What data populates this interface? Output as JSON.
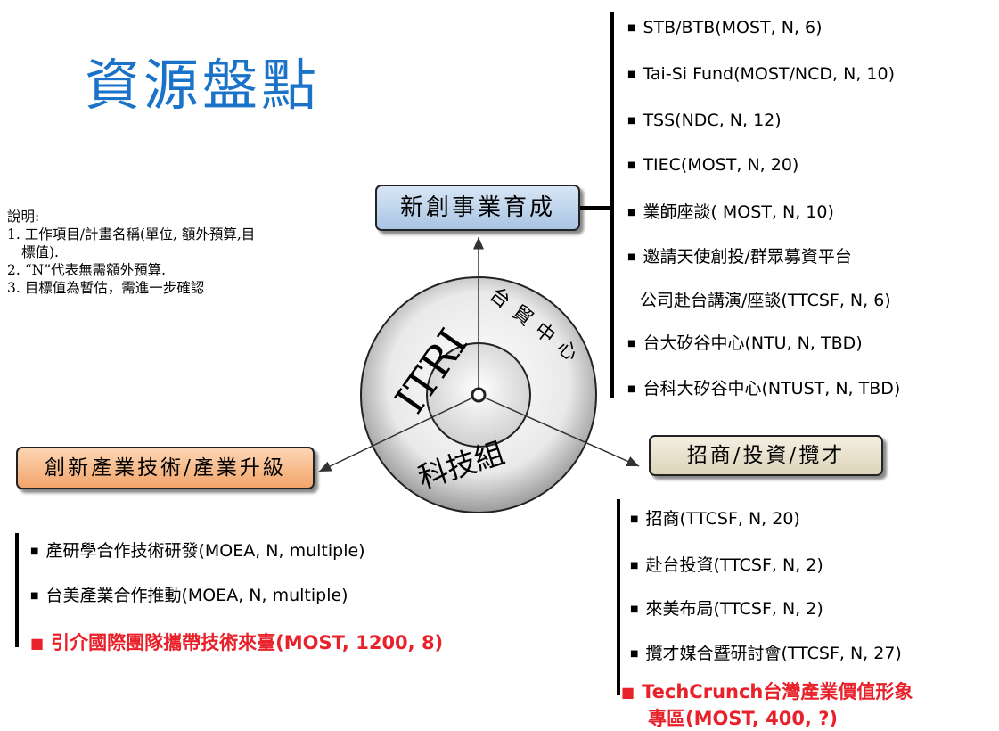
{
  "title": "資源盤點",
  "notes": {
    "heading": "說明:",
    "line1": "1.  工作項目/計畫名稱(單位, 額外預算,目",
    "line1b": "標值).",
    "line2": "2. “N”代表無需額外預算.",
    "line3": "3. 目標值為暫估，需進一步確認"
  },
  "center": {
    "itri": "ITRI",
    "taimao": "台貿中心",
    "keji": "科技組"
  },
  "boxes": {
    "incubation": "新創事業育成",
    "innovation": "創新產業技術/產業升級",
    "investment": "招商/投資/攬才"
  },
  "incubation_items": {
    "i1": "STB/BTB(MOST, N, 6)",
    "i2": "Tai-Si Fund(MOST/NCD, N, 10)",
    "i3": "TSS(NDC,  N, 12)",
    "i4": "TIEC(MOST,  N, 20)",
    "i5": "業師座談( MOST, N, 10)",
    "i6": "邀請天使創投/群眾募資平台",
    "i6b": "公司赴台講演/座談(TTCSF, N, 6)",
    "i7": "台大矽谷中心(NTU,  N, TBD)",
    "i8": "台科大矽谷中心(NTUST, N, TBD)"
  },
  "innovation_items": {
    "i1": "產研學合作技術研發(MOEA, N, multiple)",
    "i2": "台美產業合作推動(MOEA, N, multiple)",
    "i3": "引介國際團隊攜帶技術來臺(MOST, 1200, 8)"
  },
  "investment_items": {
    "i1": "招商(TTCSF,  N,  20)",
    "i2": "赴台投資(TTCSF, N, 2)",
    "i3": "來美布局(TTCSF, N, 2)",
    "i4": "攬才媒合暨研討會(TTCSF, N, 27)",
    "i5": "TechCrunch台灣產業價值形象",
    "i5b": "專區(MOST, 400, ?)"
  }
}
